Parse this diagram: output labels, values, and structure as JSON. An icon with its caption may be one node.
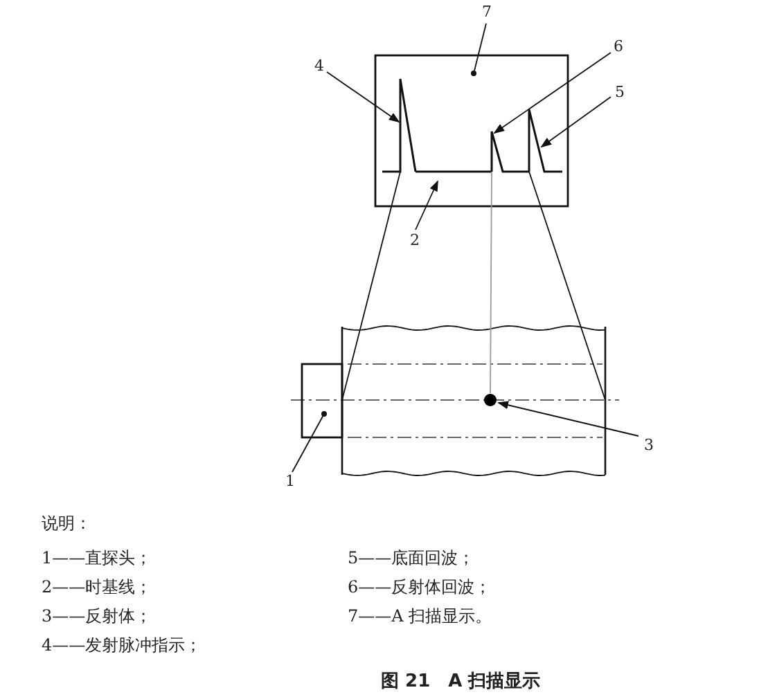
{
  "diagram": {
    "caption": "图 21　A 扫描显示",
    "nodes": [
      {
        "text": [
          "7"
        ]
      },
      {
        "text": [
          "6"
        ]
      },
      {
        "text": [
          "4"
        ]
      },
      {
        "text": [
          "5"
        ]
      },
      {
        "text": [
          "2"
        ]
      },
      {
        "text": [
          "3"
        ]
      },
      {
        "text": [
          "1"
        ]
      },
      {
        "text": [],
        "shape": "box"
      },
      {
        "text": [],
        "shape": "line",
        "in": 7
      },
      {
        "text": [],
        "shape": "line",
        "in": 7
      },
      {
        "text": [],
        "shape": "line",
        "in": 7
      },
      {
        "text": [],
        "shape": "line",
        "in": 7
      },
      {
        "text": [],
        "shape": "box"
      },
      {
        "text": [],
        "shape": "circle",
        "in": 12
      },
      {
        "text": [],
        "shape": "box"
      }
    ],
    "edges": [
      {
        "from": 0,
        "to": 7,
        "arrow": "other"
      },
      {
        "from": 1,
        "to": 10,
        "arrow": "to"
      },
      {
        "from": 2,
        "to": 8,
        "arrow": "to"
      },
      {
        "from": 3,
        "to": 11,
        "arrow": "to"
      },
      {
        "from": 4,
        "to": 9,
        "arrow": "to"
      },
      {
        "from": 5,
        "to": 13,
        "arrow": "to"
      },
      {
        "from": 6,
        "to": 14,
        "arrow": "other"
      },
      {
        "from": 8,
        "to": 12,
        "arrow": "none"
      },
      {
        "from": 10,
        "to": 13,
        "arrow": "none",
        "color": "#999999"
      },
      {
        "from": 11,
        "to": 12,
        "arrow": "none"
      }
    ],
    "labels": [
      "说明：",
      "1——直探头；",
      "5——底面回波；",
      "2——时基线；",
      "6——反射体回波；",
      "3——反射体；",
      "7——A 扫描显示。",
      "4——发射脉冲指示；"
    ]
  }
}
